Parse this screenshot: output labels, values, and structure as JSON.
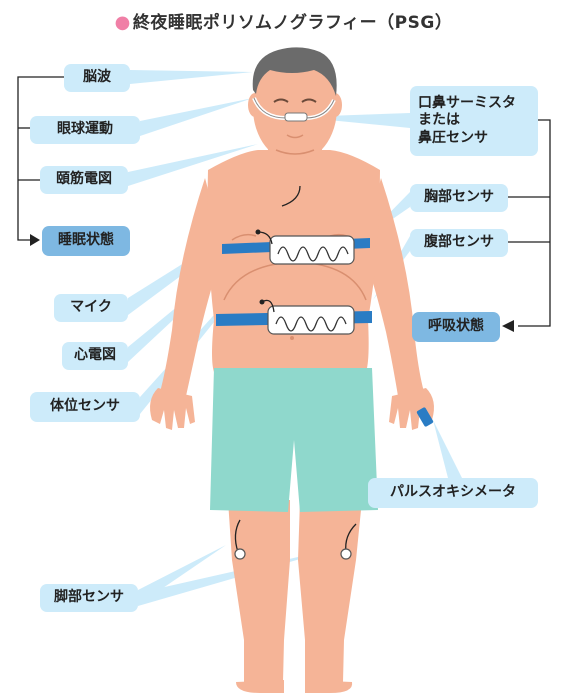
{
  "title": "終夜睡眠ポリソムノグラフィー（PSG）",
  "colors": {
    "title_dot": "#f07fa6",
    "label_bg": "#cdebfa",
    "label_dark_bg": "#7eb8e2",
    "skin": "#f5b497",
    "shorts": "#8fd8cc",
    "belt": "#2a7cc4"
  },
  "labels": {
    "brain_waves": "脳波",
    "eye_movement": "眼球運動",
    "chin_emg": "頤筋電図",
    "sleep_state": "睡眠状態",
    "microphone": "マイク",
    "ecg": "心電図",
    "position_sensor": "体位センサ",
    "nasal_thermistor_l1": "口鼻サーミスタ",
    "nasal_thermistor_l2": "または",
    "nasal_thermistor_l3": "鼻圧センサ",
    "chest_sensor": "胸部センサ",
    "abdomen_sensor": "腹部センサ",
    "respiratory_state": "呼吸状態",
    "pulse_oximeter": "パルスオキシメータ",
    "leg_sensor": "脚部センサ"
  }
}
